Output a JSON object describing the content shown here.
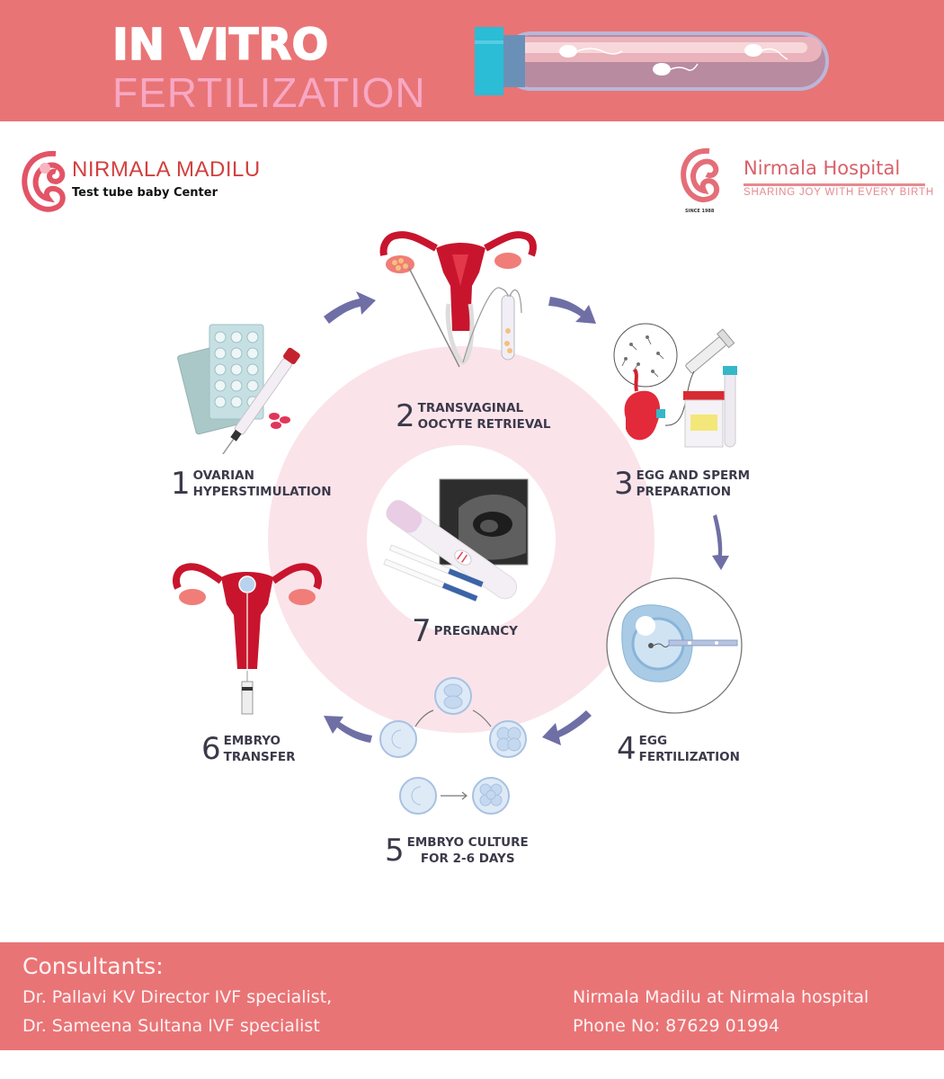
{
  "header": {
    "title_line1": "IN VITRO",
    "title_line2": "FERTILIZATION",
    "illustration": "test-tube-with-sperm"
  },
  "logos": {
    "left": {
      "name": "NIRMALA MADILU",
      "subtitle": "Test tube baby Center",
      "icon": "paisley-swirl-logo"
    },
    "right": {
      "name": "Nirmala Hospital",
      "tagline": "SHARING JOY WITH EVERY BIRTH",
      "since": "SINCE 1988",
      "icon": "paisley-swirl-logo"
    }
  },
  "steps": [
    {
      "number": "1",
      "line1": "OVARIAN",
      "line2": "HYPERSTIMULATION",
      "icon": "pills-and-injection-pen"
    },
    {
      "number": "2",
      "line1": "TRANSVAGINAL",
      "line2": "OOCYTE RETRIEVAL",
      "icon": "uterus-with-retrieval-needle"
    },
    {
      "number": "3",
      "line1": "EGG AND SPERM",
      "line2": "PREPARATION",
      "icon": "sperm-sample-and-container"
    },
    {
      "number": "4",
      "line1": "EGG",
      "line2": "FERTILIZATION",
      "icon": "egg-injection-microscope"
    },
    {
      "number": "5",
      "line1": "EMBRYO CULTURE",
      "line2": "FOR 2-6 DAYS",
      "icon": "dividing-embryo-cells"
    },
    {
      "number": "6",
      "line1": "EMBRYO",
      "line2": "TRANSFER",
      "icon": "uterus-with-embryo-syringe"
    },
    {
      "number": "7",
      "line1": "PREGNANCY",
      "line2": "",
      "icon": "pregnancy-test-and-ultrasound"
    }
  ],
  "colors": {
    "banner": "#e97476",
    "ring": "#fbe3ea",
    "arrow": "#6f6fa6",
    "uterus": "#c8152d",
    "text_dark": "#3b3a4a"
  },
  "footer": {
    "consultants_heading": "Consultants:",
    "consultants": [
      "Dr. Pallavi KV Director IVF specialist,",
      "Dr. Sameena Sultana IVF specialist"
    ],
    "location": "Nirmala Madilu at Nirmala hospital",
    "phone": "Phone No: 87629 01994"
  }
}
